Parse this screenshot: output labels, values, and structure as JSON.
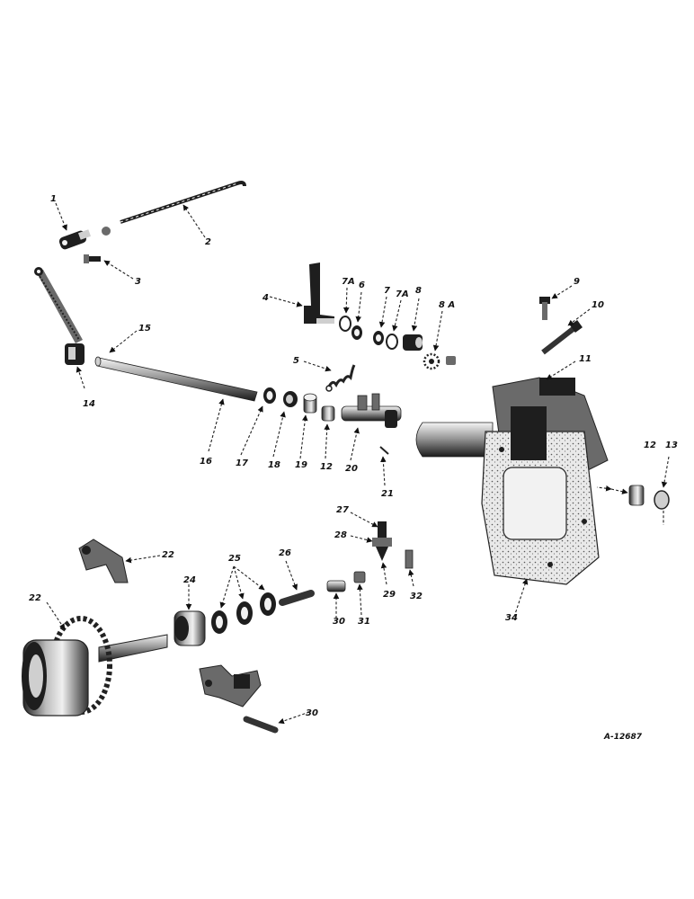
{
  "diagram": {
    "reference_code": "A-12687",
    "callouts": [
      "1",
      "2",
      "3",
      "4",
      "7A",
      "6",
      "7",
      "7A",
      "8",
      "8 A",
      "9",
      "10",
      "11",
      "5",
      "15",
      "14",
      "16",
      "17",
      "18",
      "19",
      "12",
      "20",
      "21",
      "12",
      "13",
      "27",
      "28",
      "29",
      "32",
      "22",
      "25",
      "24",
      "26",
      "22",
      "30",
      "31",
      "34",
      "30"
    ]
  }
}
